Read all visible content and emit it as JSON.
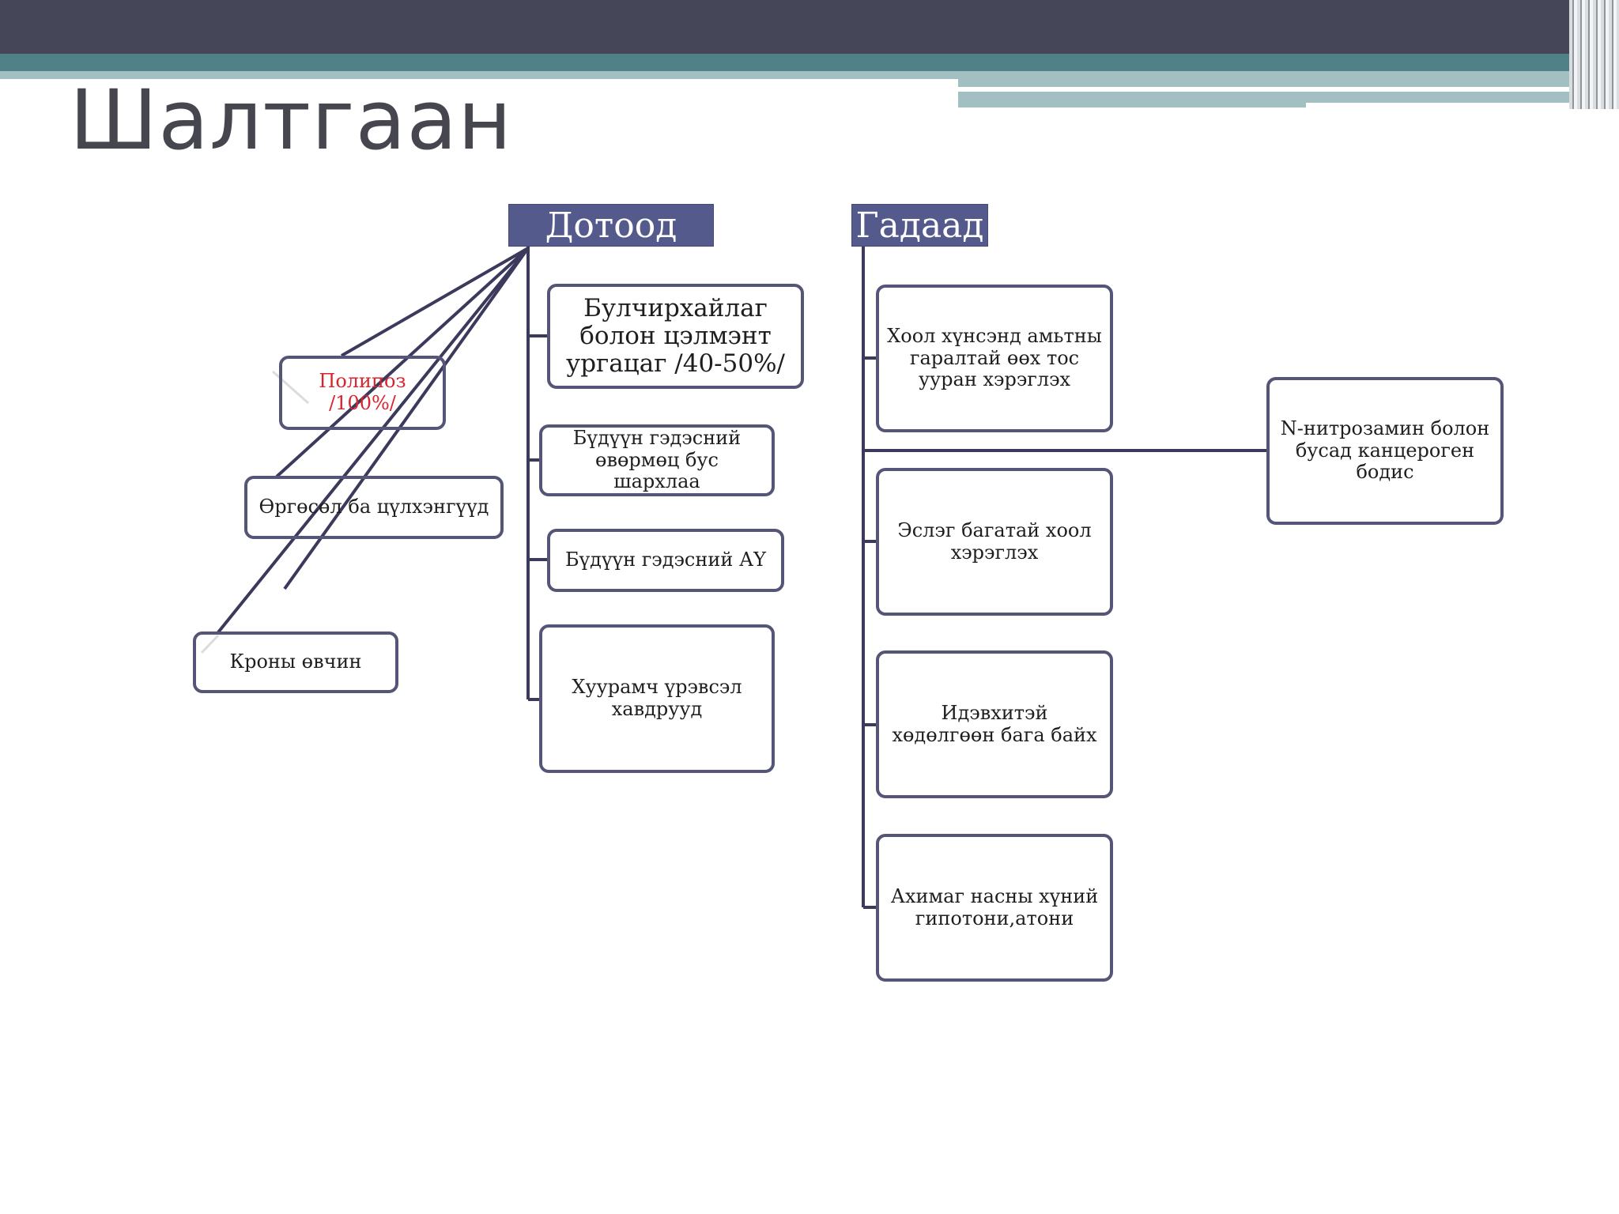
{
  "slide": {
    "title": "Шалтгаан"
  },
  "colors": {
    "top_band": "#454657",
    "accent_teal": "#4f8186",
    "accent_light": "#a2bfc2",
    "header_fill": "#555a8c",
    "connector": "#3b3a5c",
    "box_border": "#545577",
    "highlight_text": "#d8242d"
  },
  "internal": {
    "header": "Дотоод",
    "boxes": [
      "Булчирхайлаг болон цэлмэнт ургацаг /40-50%/",
      "Бүдүүн гэдэсний өвөрмөц бус шархлаа",
      "Бүдүүн гэдэсний АҮ",
      "Хуурамч үрэвсэл хавдрууд"
    ],
    "side_boxes": [
      "Полипоз /100%/",
      "Өргөсөл ба цүлхэнгүүд",
      "Кроны өвчин"
    ]
  },
  "external": {
    "header": "Гадаад",
    "boxes": [
      "Хоол хүнсэнд амьтны гаралтай өөх тос ууран хэрэглэх",
      "Эслэг багатай хоол хэрэглэх",
      "Идэвхитэй хөдөлгөөн бага байх",
      "Ахимаг насны хүний гипотони,атони"
    ],
    "side_box": "N-нитрозамин болон бусад канцероген бодис"
  }
}
